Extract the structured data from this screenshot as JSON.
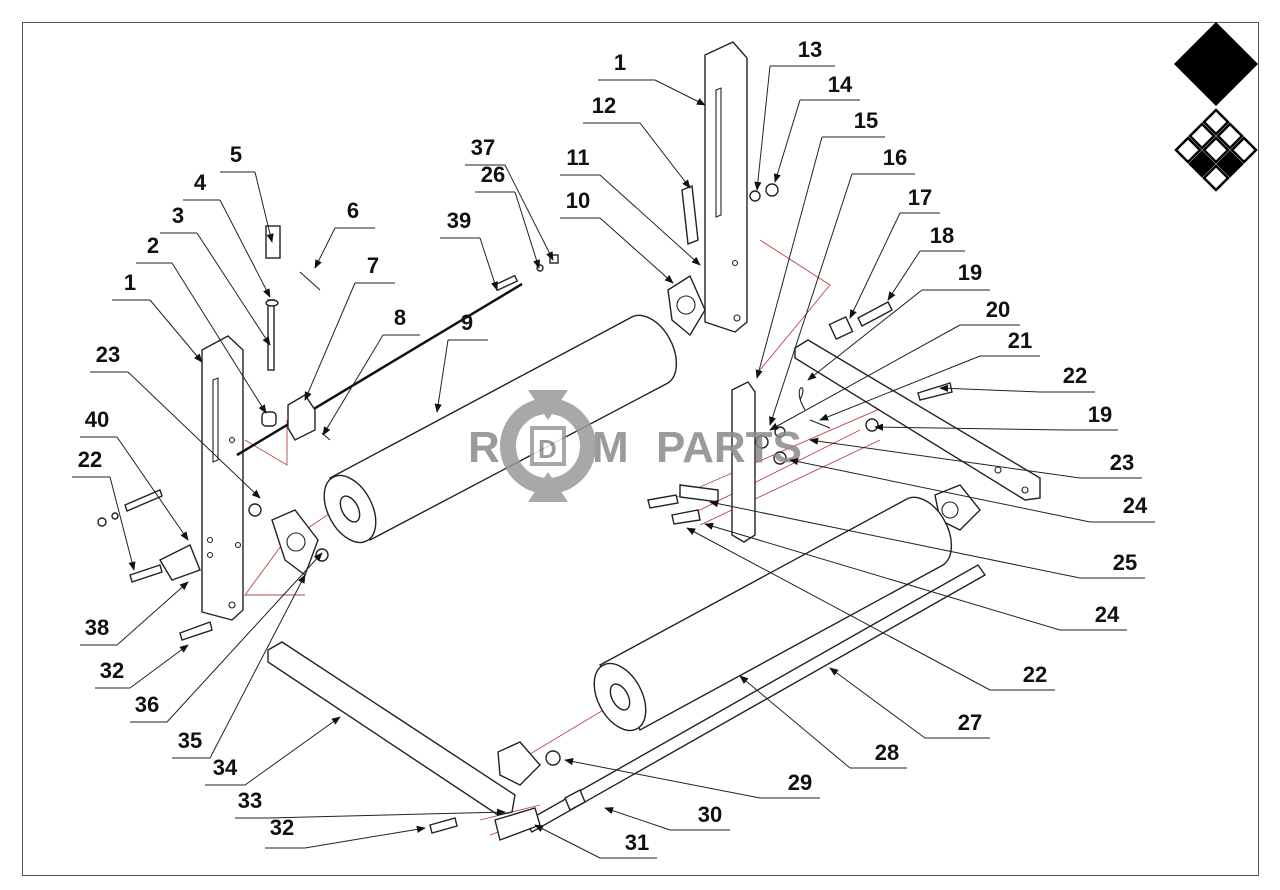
{
  "watermark": {
    "letter_r": "R",
    "letter_d": "D",
    "letter_m": "M",
    "parts": "PARTS"
  },
  "logo": {
    "name": "diamond-logo"
  },
  "colors": {
    "line": "#222222",
    "assembly_line": "#b44444",
    "watermark": "#8a8a8a"
  },
  "callouts": [
    "1",
    "12",
    "13",
    "14",
    "15",
    "16",
    "17",
    "18",
    "19",
    "20",
    "21",
    "22",
    "19",
    "23",
    "24",
    "25",
    "24",
    "22",
    "27",
    "28",
    "29",
    "30",
    "31",
    "32",
    "33",
    "34",
    "35",
    "36",
    "32",
    "38",
    "22",
    "40",
    "23",
    "1",
    "2",
    "3",
    "4",
    "5",
    "6",
    "7",
    "8",
    "9",
    "39",
    "26",
    "37",
    "11",
    "10"
  ]
}
